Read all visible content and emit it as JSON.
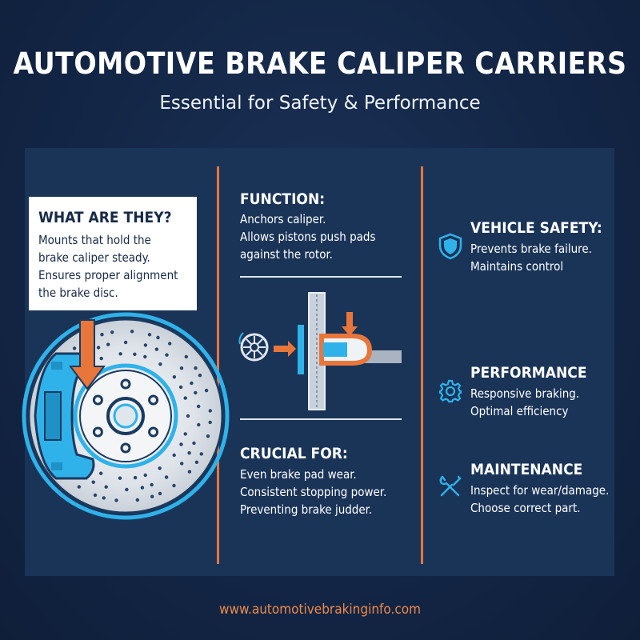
{
  "header": {
    "title": "AUTOMOTIVE BRAKE CALIPER CARRIERS",
    "subtitle": "Essential for Safety & Performance"
  },
  "what_are_they": {
    "title": "WHAT ARE THEY?",
    "lines": [
      "Mounts that hold the",
      "brake caliper steady.",
      "Ensures proper alignment",
      "the brake disc."
    ]
  },
  "function": {
    "title": "FUNCTION:",
    "lines": [
      "Anchors caliper.",
      "Allows pistons push pads",
      "against the rotor."
    ]
  },
  "crucial_for": {
    "title": "CRUCIAL FOR:",
    "lines": [
      "Even brake pad wear.",
      "Consistent stopping power.",
      "Preventing brake judder."
    ]
  },
  "vehicle_safety": {
    "title": "VEHICLE SAFETY:",
    "icon": "shield-icon",
    "lines": [
      "Prevents brake failure.",
      "Maintains control"
    ]
  },
  "performance": {
    "title": "PERFORMANCE",
    "icon": "gear-icon",
    "lines": [
      "Responsive braking.",
      "Optimal efficiency"
    ]
  },
  "maintenance": {
    "title": "MAINTENANCE",
    "icon": "wrench-screwdriver-icon",
    "lines": [
      "Inspect for wear/damage.",
      "Choose correct part."
    ]
  },
  "footer": {
    "url": "www.automotivebrakinginfo.com"
  },
  "colors": {
    "background": "#112240",
    "panel": "#1a3458",
    "accent_orange": "#e8763a",
    "accent_blue": "#2fb2ea",
    "text_white": "#ffffff"
  }
}
